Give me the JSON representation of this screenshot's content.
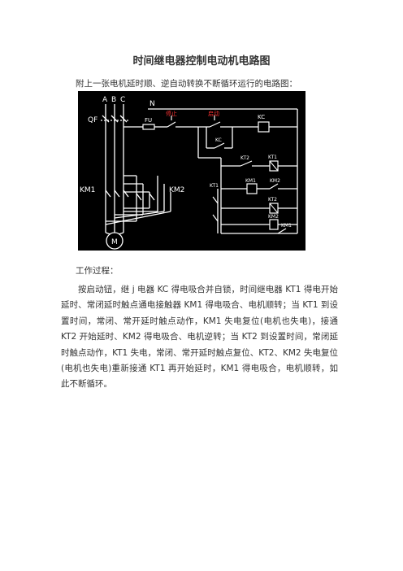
{
  "document": {
    "title": "时间继电器控制电动机电路图",
    "intro": "附上一张电机延时顺、逆自动转换不断循环运行的电路图：",
    "section_heading": "工作过程：",
    "body": "按启动钮，继 j 电器 KC 得电吸合并自锁，时间继电器 KT1 得电开始延时、常闭延时触点通电接触器 KM1 得电吸合、电机顺转；当 KT1 到设置时间，常闭、常开延时触点动作，KM1 失电复位(电机也失电)，接通 KT2 开始延时、KM2 得电吸合、电机逆转；当 KT2 到设置时间，常闭延时触点动作，KT1 失电，常闭、常开延时触点复位、KT2、KM2 失电复位(电机也失电)重新接通 KT1 再开始延时，KM1 得电吸合，电机顺转，如此不断循环。"
  },
  "diagram": {
    "phase_a": "A",
    "phase_b": "B",
    "phase_c": "C",
    "neutral": "N",
    "breaker": "QF",
    "fuse": "FU",
    "stop_button": "停止",
    "start_button": "启动",
    "relay_kc": "KC",
    "relay_kc_contact": "KC",
    "timer_kt1": "KT1",
    "timer_kt2": "KT2",
    "contactor_km1": "KM1",
    "contactor_km2": "KM2",
    "coil_km1": "KM1",
    "coil_km2": "KM2",
    "contact_kt2": "KT2",
    "contact_kt1": "KT1",
    "contact_km2": "KM2",
    "contact_km1": "KM1",
    "motor": "M"
  }
}
